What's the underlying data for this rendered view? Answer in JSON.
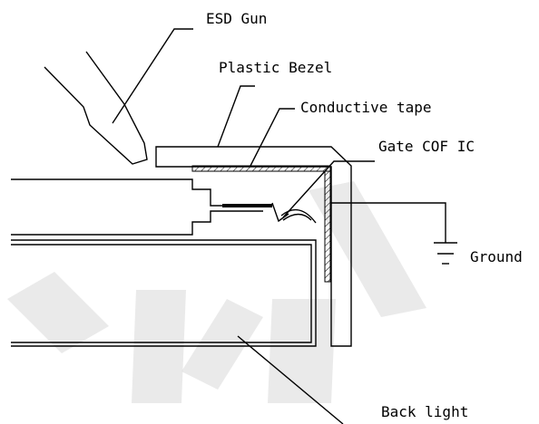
{
  "labels": {
    "esd_gun": "ESD Gun",
    "plastic_bezel": "Plastic Bezel",
    "conductive_tape": "Conductive tape",
    "gate_cof_ic": "Gate COF IC",
    "ground": "Ground",
    "back_light": "Back light"
  },
  "colors": {
    "line": "#000000",
    "watermark": "#d9d9d9"
  }
}
